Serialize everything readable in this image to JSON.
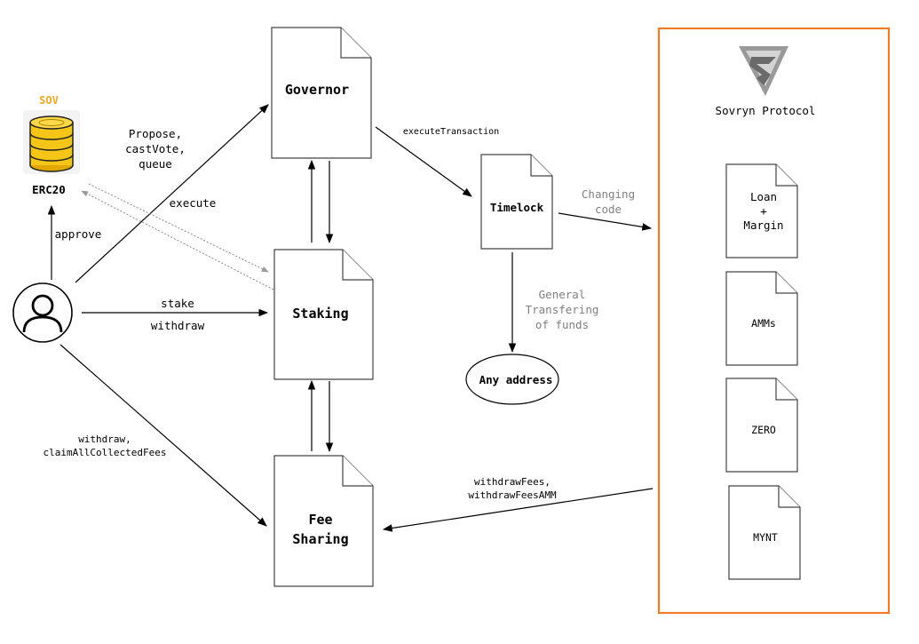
{
  "token": {
    "symbol": "SOV",
    "standard": "ERC20",
    "symbol_color": "#f5a623"
  },
  "nodes": {
    "governor": "Governor",
    "staking": "Staking",
    "fee_sharing_line1": "Fee",
    "fee_sharing_line2": "Sharing",
    "timelock": "Timelock",
    "any_address": "Any address"
  },
  "protocol": {
    "title": "Sovryn Protocol",
    "border_color": "#f07c27",
    "modules": {
      "loan_line1": "Loan",
      "loan_line2": "+",
      "loan_line3": "Margin",
      "amms": "AMMs",
      "zero": "ZERO",
      "mynt": "MYNT"
    }
  },
  "edges": {
    "approve": "approve",
    "propose_line1": "Propose,",
    "propose_line2": "castVote,",
    "propose_line3": "queue",
    "execute": "execute",
    "stake": "stake",
    "withdraw": "withdraw",
    "withdraw_claim_line1": "withdraw,",
    "withdraw_claim_line2": "claimAllCollectedFees",
    "execute_transaction": "executeTransaction",
    "changing_code_line1": "Changing",
    "changing_code_line2": "code",
    "general_line1": "General",
    "general_line2": "Transfering",
    "general_line3": "of funds",
    "withdraw_fees_line1": "withdrawFees,",
    "withdraw_fees_line2": "withdrawFeesAMM"
  },
  "icons": {
    "user": "user-icon",
    "coins": "coin-stack-icon",
    "logo": "sovryn-logo-icon"
  }
}
